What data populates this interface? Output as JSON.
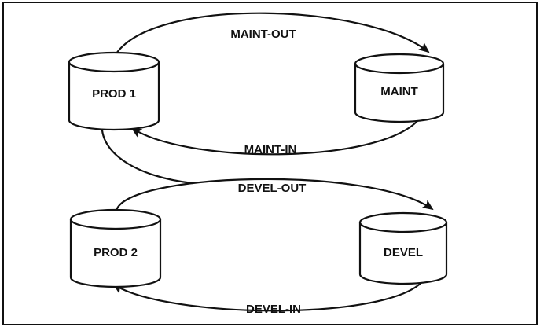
{
  "diagram": {
    "colors": {
      "stroke": "#111111",
      "background": "#ffffff"
    },
    "databases": {
      "prod1": "PROD 1",
      "maint": "MAINT",
      "prod2": "PROD 2",
      "devel": "DEVEL"
    },
    "flows": {
      "maint_out": "MAINT-OUT",
      "maint_in": "MAINT-IN",
      "devel_out": "DEVEL-OUT",
      "devel_in": "DEVEL-IN"
    }
  }
}
